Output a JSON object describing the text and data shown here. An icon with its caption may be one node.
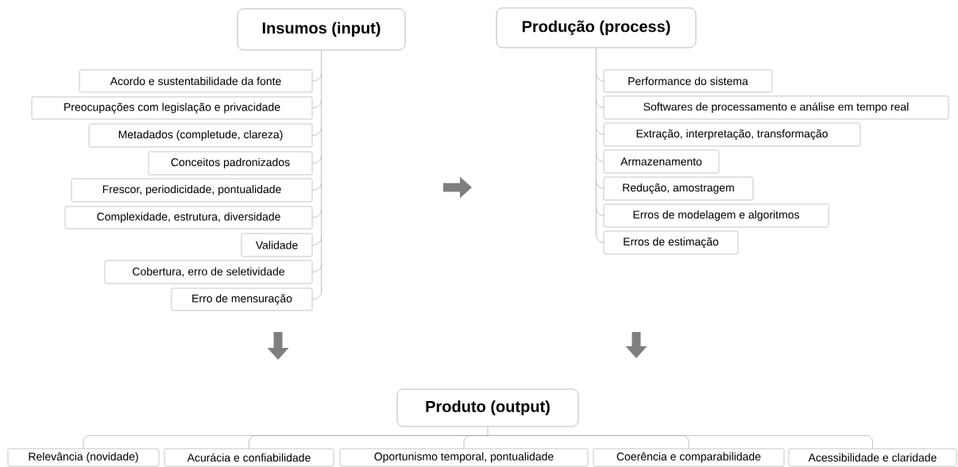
{
  "diagram": {
    "nodes": [
      {
        "text": [
          "Insumos (input)"
        ]
      },
      {
        "text": [
          "Acordo e sustentabilidade da fonte"
        ]
      },
      {
        "text": [
          "Preocupações com legislação e privacidade"
        ]
      },
      {
        "text": [
          "Metadados (completude, clareza)"
        ]
      },
      {
        "text": [
          "Conceitos padronizados"
        ]
      },
      {
        "text": [
          "Frescor, periodicidade, pontualidade"
        ]
      },
      {
        "text": [
          "Complexidade, estrutura, diversidade"
        ]
      },
      {
        "text": [
          "Validade"
        ]
      },
      {
        "text": [
          "Cobertura, erro de seletividade"
        ]
      },
      {
        "text": [
          "Erro de mensuração"
        ]
      },
      {
        "text": [
          "Produção (process)"
        ]
      },
      {
        "text": [
          "Performance do sistema"
        ]
      },
      {
        "text": [
          "Softwares de processamento e análise em tempo real"
        ]
      },
      {
        "text": [
          "Extração, interpretação, transformação"
        ]
      },
      {
        "text": [
          "Armazenamento"
        ]
      },
      {
        "text": [
          "Redução, amostragem"
        ]
      },
      {
        "text": [
          "Erros de modelagem e algoritmos"
        ]
      },
      {
        "text": [
          "Erros de estimação"
        ]
      },
      {
        "text": [
          "Produto (output)"
        ]
      },
      {
        "text": [
          "Relevância (novidade)"
        ]
      },
      {
        "text": [
          "Acurácia e confiabilidade"
        ]
      },
      {
        "text": [
          "Oportunismo temporal, pontualidade"
        ]
      },
      {
        "text": [
          "Coerência e comparabilidade"
        ]
      },
      {
        "text": [
          "Acessibilidade e claridade"
        ]
      }
    ],
    "edges": [
      {
        "from": 0,
        "to": 1,
        "arrow": "none"
      },
      {
        "from": 0,
        "to": 2,
        "arrow": "none"
      },
      {
        "from": 0,
        "to": 3,
        "arrow": "none"
      },
      {
        "from": 0,
        "to": 4,
        "arrow": "none"
      },
      {
        "from": 0,
        "to": 5,
        "arrow": "none"
      },
      {
        "from": 0,
        "to": 6,
        "arrow": "none"
      },
      {
        "from": 0,
        "to": 7,
        "arrow": "none"
      },
      {
        "from": 0,
        "to": 8,
        "arrow": "none"
      },
      {
        "from": 0,
        "to": 9,
        "arrow": "none"
      },
      {
        "from": 10,
        "to": 11,
        "arrow": "none"
      },
      {
        "from": 10,
        "to": 12,
        "arrow": "none"
      },
      {
        "from": 10,
        "to": 13,
        "arrow": "none"
      },
      {
        "from": 10,
        "to": 14,
        "arrow": "none"
      },
      {
        "from": 10,
        "to": 15,
        "arrow": "none"
      },
      {
        "from": 10,
        "to": 16,
        "arrow": "none"
      },
      {
        "from": 10,
        "to": 17,
        "arrow": "none"
      },
      {
        "from": 18,
        "to": 19,
        "arrow": "none"
      },
      {
        "from": 18,
        "to": 20,
        "arrow": "none"
      },
      {
        "from": 18,
        "to": 21,
        "arrow": "none"
      },
      {
        "from": 18,
        "to": 22,
        "arrow": "none"
      },
      {
        "from": 18,
        "to": 23,
        "arrow": "none"
      }
    ]
  }
}
